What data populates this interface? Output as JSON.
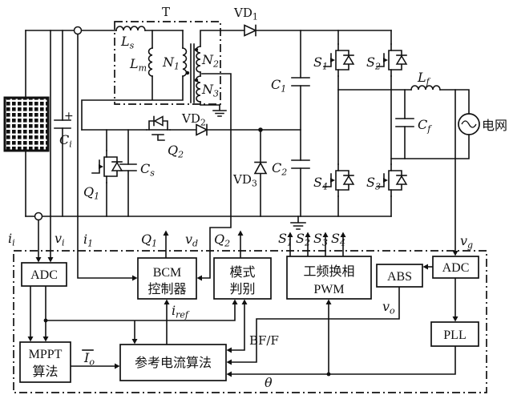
{
  "colors": {
    "ink": "#111111",
    "bg": "#ffffff"
  },
  "power": {
    "transformer": "T",
    "ls": {
      "main": "L",
      "sub": "s"
    },
    "lm": {
      "main": "L",
      "sub": "m"
    },
    "n1": {
      "main": "N",
      "sub": "1"
    },
    "n2": {
      "main": "N",
      "sub": "2"
    },
    "n3": {
      "main": "N",
      "sub": "3"
    },
    "vd1": {
      "main": "VD",
      "sub": "1"
    },
    "vd2": {
      "main": "VD",
      "sub": "2"
    },
    "vd3": {
      "main": "VD",
      "sub": "3"
    },
    "ci": {
      "plus": "+",
      "main": "C",
      "sub": "i"
    },
    "cs": {
      "main": "C",
      "sub": "s"
    },
    "c1": {
      "main": "C",
      "sub": "1"
    },
    "c2": {
      "main": "C",
      "sub": "2"
    },
    "cf": {
      "main": "C",
      "sub": "f"
    },
    "lf": {
      "main": "L",
      "sub": "f"
    },
    "q1": {
      "main": "Q",
      "sub": "1"
    },
    "q2": {
      "main": "Q",
      "sub": "2"
    },
    "s1": {
      "main": "S",
      "sub": "1"
    },
    "s2": {
      "main": "S",
      "sub": "2"
    },
    "s3": {
      "main": "S",
      "sub": "3"
    },
    "s4": {
      "main": "S",
      "sub": "4"
    },
    "grid": "电网"
  },
  "signals": {
    "ii": {
      "main": "i",
      "sub": "i"
    },
    "vi": {
      "main": "v",
      "sub": "i"
    },
    "i1": {
      "main": "i",
      "sub": "1"
    },
    "q1": {
      "main": "Q",
      "sub": "1"
    },
    "vd": {
      "main": "v",
      "sub": "d"
    },
    "q2": {
      "main": "Q",
      "sub": "2"
    },
    "s1": {
      "main": "S",
      "sub": "1"
    },
    "s2": {
      "main": "S",
      "sub": "2"
    },
    "s3": {
      "main": "S",
      "sub": "3"
    },
    "s4": {
      "main": "S",
      "sub": "4"
    },
    "vg": {
      "main": "v",
      "sub": "g"
    },
    "iref": {
      "main": "i",
      "sub": "ref"
    },
    "io": {
      "main": "I",
      "sub": "o"
    },
    "vo": {
      "main": "v",
      "sub": "o"
    },
    "bff": "BF/F",
    "theta": "θ"
  },
  "blocks": {
    "adc_left": "ADC",
    "bcm": {
      "line1": "BCM",
      "line2": "控制器"
    },
    "mode": {
      "line1": "模式",
      "line2": "判别"
    },
    "pwm": {
      "line1": "工频换相",
      "line2": "PWM"
    },
    "abs": "ABS",
    "adc_right": "ADC",
    "pll": "PLL",
    "mppt": {
      "line1": "MPPT",
      "line2": "算法"
    },
    "ref": "参考电流算法"
  }
}
